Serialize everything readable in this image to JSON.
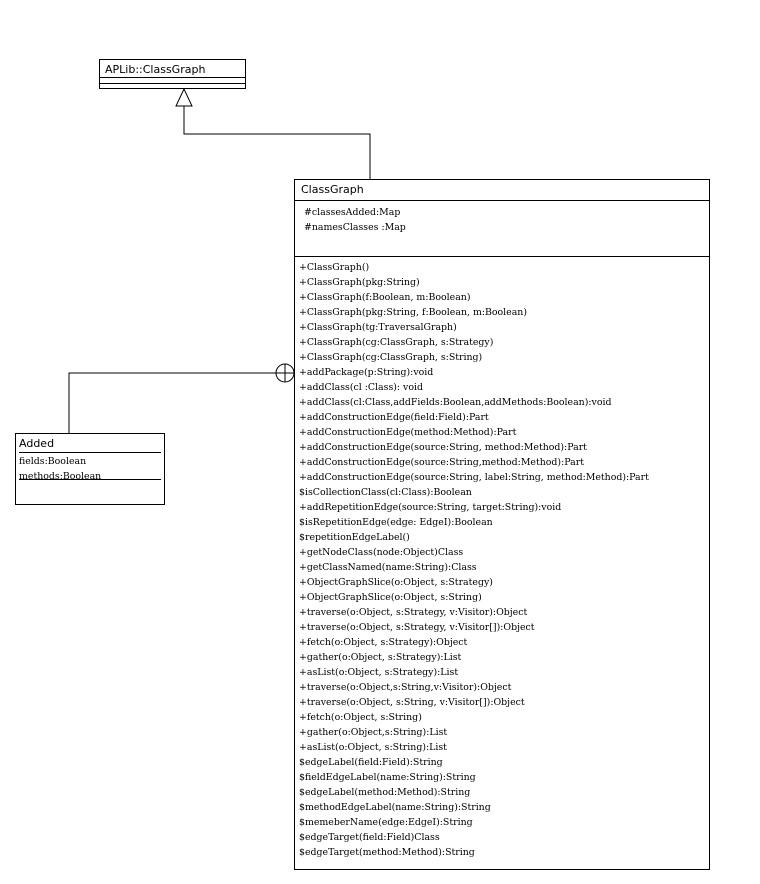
{
  "diagram": {
    "aplib_class": {
      "name": "APLib::ClassGraph"
    },
    "class_graph": {
      "name": "ClassGraph",
      "attributes": [
        "#classesAdded:Map",
        "#namesClasses :Map"
      ],
      "methods": [
        "+ClassGraph()",
        "+ClassGraph(pkg:String)",
        "+ClassGraph(f:Boolean, m:Boolean)",
        "+ClassGraph(pkg:String, f:Boolean, m:Boolean)",
        "+ClassGraph(tg:TraversalGraph)",
        "+ClassGraph(cg:ClassGraph, s:Strategy)",
        "+ClassGraph(cg:ClassGraph, s:String)",
        "+addPackage(p:String):void",
        "+addClass(cl :Class): void",
        "+addClass(cl:Class,addFields:Boolean,addMethods:Boolean):void",
        "+addConstructionEdge(field:Field):Part",
        "+addConstructionEdge(method:Method):Part",
        "+addConstructionEdge(source:String, method:Method):Part",
        "+addConstructionEdge(source:String,method:Method):Part",
        "+addConstructionEdge(source:String, label:String, method:Method):Part",
        "$isCollectionClass(cl:Class):Boolean",
        "+addRepetitionEdge(source:String, target:String):void",
        "$isRepetitionEdge(edge: EdgeI):Boolean",
        "$repetitionEdgeLabel()",
        "+getNodeClass(node:Object)Class",
        "+getClassNamed(name:String):Class",
        "+ObjectGraphSlice(o:Object, s:Strategy)",
        "+ObjectGraphSlice(o:Object, s:String)",
        "+traverse(o:Object, s:Strategy, v:Visitor):Object",
        "+traverse(o:Object, s:Strategy, v:Visitor[]):Object",
        "+fetch(o:Object, s:Strategy):Object",
        "+gather(o:Object, s:Strategy):List",
        "+asList(o:Object, s:Strategy):List",
        "+traverse(o:Object,s:String,v:Visitor):Object",
        "+traverse(o:Object, s:String, v:Visitor[]):Object",
        "+fetch(o:Object, s:String)",
        "+gather(o:Object,s:String):List",
        "+asList(o:Object, s:String):List",
        "$edgeLabel(field:Field):String",
        "$fieldEdgeLabel(name:String):String",
        "$edgeLabel(method:Method):String",
        "$methodEdgeLabel(name:String):String",
        "$memeberName(edge:EdgeI):String",
        "$edgeTarget(field:Field)Class",
        "$edgeTarget(method:Method):String"
      ]
    },
    "added_class": {
      "name": "Added",
      "attributes": [
        "fields:Boolean",
        "methods:Boolean"
      ]
    }
  }
}
